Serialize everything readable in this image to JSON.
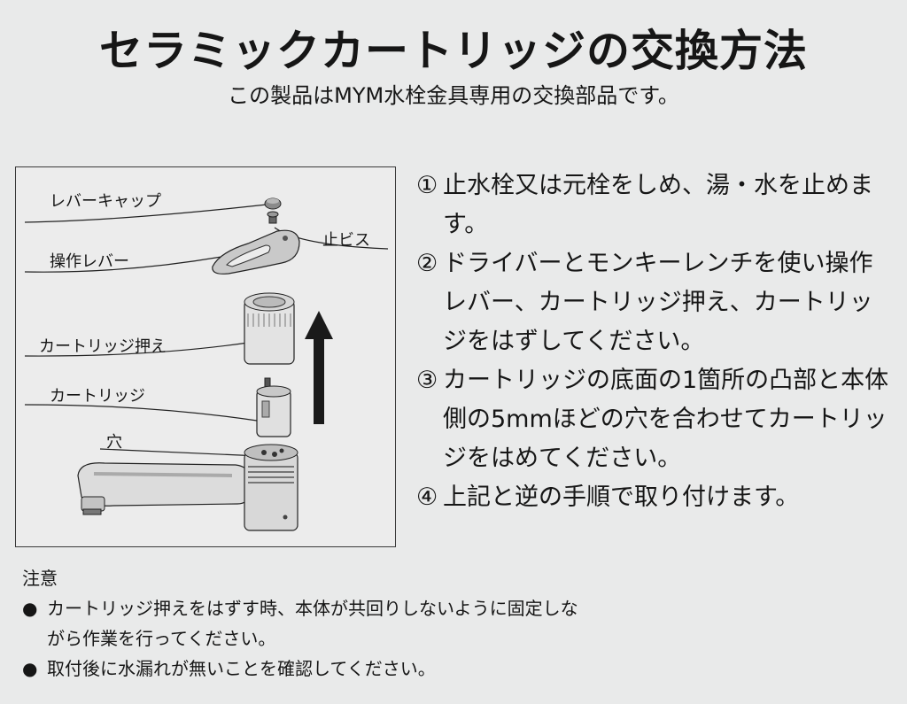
{
  "header": {
    "title": "セラミックカートリッジの交換方法",
    "subtitle": "この製品はMYM水栓金具専用の交換部品です。"
  },
  "diagram": {
    "labels": {
      "lever_cap": "レバーキャップ",
      "stop_screw": "止ビス",
      "operating_lever": "操作レバー",
      "cartridge_holder": "カートリッジ押え",
      "cartridge": "カートリッジ",
      "hole": "穴"
    },
    "arrow_icon": "up-arrow-icon"
  },
  "steps": [
    {
      "num": "①",
      "text": "止水栓又は元栓をしめ、湯・水を止めます。"
    },
    {
      "num": "②",
      "text": "ドライバーとモンキーレンチを使い操作レバー、カートリッジ押え、カートリッジをはずしてください。"
    },
    {
      "num": "③",
      "text": "カートリッジの底面の1箇所の凸部と本体側の5mmほどの穴を合わせてカートリッジをはめてください。"
    },
    {
      "num": "④",
      "text": "上記と逆の手順で取り付けます。"
    }
  ],
  "notes": {
    "heading": "注意",
    "items": [
      {
        "bullet": "●",
        "text": "カートリッジ押えをはずす時、本体が共回りしないように固定しながら作業を行ってください。"
      },
      {
        "bullet": "●",
        "text": "取付後に水漏れが無いことを確認してください。"
      }
    ]
  }
}
